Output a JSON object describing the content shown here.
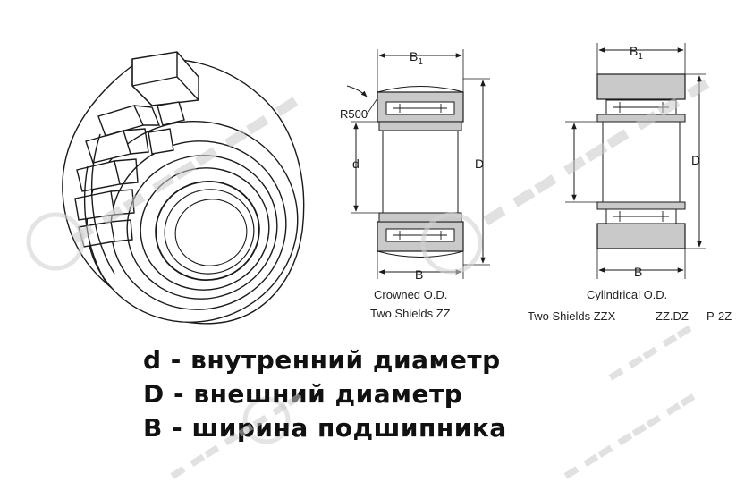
{
  "labels": {
    "b1_left": "B",
    "b1_left_sub": "1",
    "r500": "R500",
    "d_inner": "d",
    "D_outer_left": "D",
    "b_bottom_left": "B",
    "b1_right": "B",
    "b1_right_sub": "1",
    "D_outer_right": "D",
    "b_bottom_right": "B"
  },
  "captions": {
    "crowned_line1": "Crowned O.D.",
    "crowned_line2": "Two Shields ZZ",
    "cyl_line1": "Cylindrical O.D.",
    "cyl_line2": "Two Shields ZZX",
    "cyl_suffix1": "ZZ.DZ",
    "cyl_suffix2": "P-2Z"
  },
  "legend": {
    "line1": "d - внутренний диаметр",
    "line2": "D - внешний диаметр",
    "line3": "B - ширина подшипника"
  },
  "colors": {
    "section_fill": "#c9c9c9",
    "line": "#1a1a1a",
    "watermark": "#cccccc"
  }
}
